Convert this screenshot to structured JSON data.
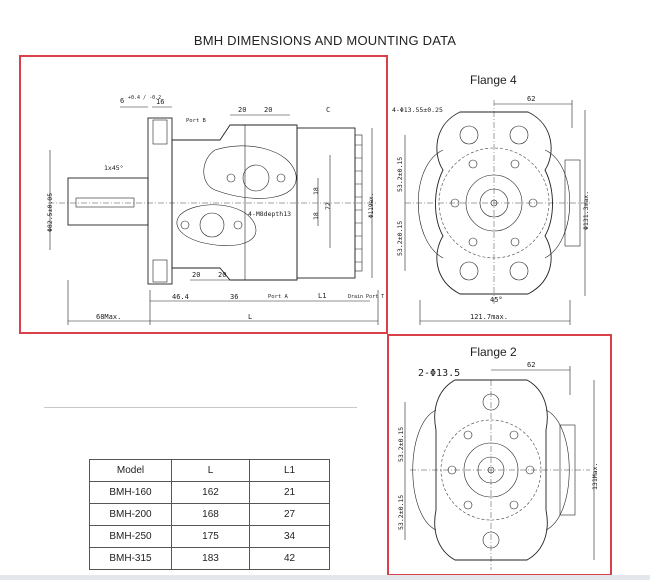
{
  "page": {
    "title": "BMH  DIMENSIONS AND MOUNTING DATA"
  },
  "side_view": {
    "dim_keyway": "6",
    "dim_keyway_tol": "+0.4 / -0.2",
    "dim_16": "16",
    "port_b": "Port B",
    "dim_20a": "20",
    "dim_20b": "20",
    "label_c": "C",
    "chamfer": "1x45°",
    "dim_82": "Φ82.5±0.05",
    "dim_18a": "18",
    "dim_18b": "18",
    "dim_72": "72",
    "dim_119": "Φ119ax.",
    "thread": "4-M8depth13",
    "dim_20c": "20",
    "dim_20d": "20",
    "dim_464": "46.4",
    "dim_36": "36",
    "port_a": "Port A",
    "dim_l1": "L1",
    "drain_port": "Drain Port T",
    "dim_68": "68Max.",
    "dim_l": "L"
  },
  "flange4": {
    "label": "Flange   4",
    "holes": "4-Φ13.55±0.25",
    "dim_62": "62",
    "dim_532a": "53.2±0.15",
    "dim_532b": "53.2±0.15",
    "dim_1313": "Φ131.3max.",
    "angle": "45°",
    "dim_1217": "121.7max."
  },
  "flange2": {
    "label": "Flange   2",
    "holes": "2-Φ13.5",
    "dim_62": "62",
    "dim_532a": "53.2±0.15",
    "dim_532b": "53.2±0.15",
    "dim_131": "131Max."
  },
  "table": {
    "headers": [
      "Model",
      "L",
      "L1"
    ],
    "rows": [
      [
        "BMH-160",
        "162",
        "21"
      ],
      [
        "BMH-200",
        "168",
        "27"
      ],
      [
        "BMH-250",
        "175",
        "34"
      ],
      [
        "BMH-315",
        "183",
        "42"
      ]
    ]
  },
  "colors": {
    "highlight_border": "#d9404a"
  }
}
